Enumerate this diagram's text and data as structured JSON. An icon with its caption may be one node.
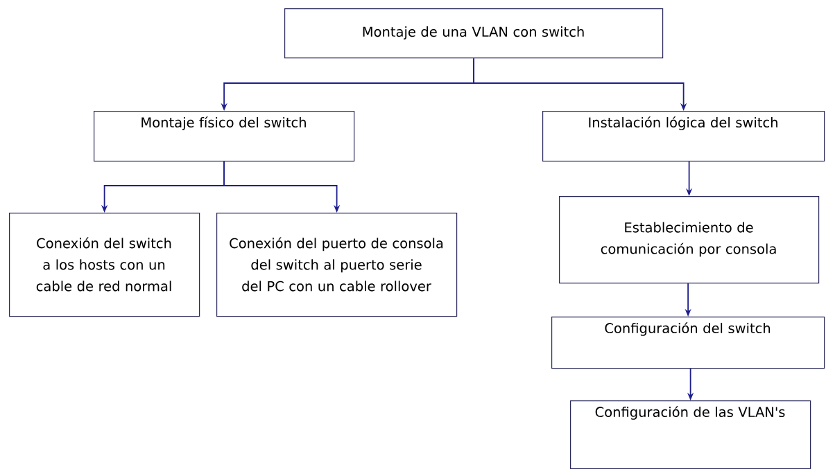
{
  "diagram": {
    "nodes": [
      {
        "text": [
          "Montaje de una VLAN con switch"
        ]
      },
      {
        "text": [
          "Montaje físico del switch"
        ]
      },
      {
        "text": [
          "Instalación lógica del switch"
        ]
      },
      {
        "text": [
          "Conexión del switch a los hosts con un cable de red normal"
        ]
      },
      {
        "text": [
          "Conexión del puerto de consola del switch al puerto serie del PC con un cable rollover"
        ]
      },
      {
        "text": [
          "Establecimiento de comunicación por consola"
        ]
      },
      {
        "text": [
          "Configuración del switch"
        ]
      },
      {
        "text": [
          "Configuración de las VLAN's"
        ]
      }
    ],
    "edges": [
      {
        "from": 0,
        "to": 1,
        "arrow": "to"
      },
      {
        "from": 0,
        "to": 2,
        "arrow": "to"
      },
      {
        "from": 1,
        "to": 3,
        "arrow": "to"
      },
      {
        "from": 1,
        "to": 4,
        "arrow": "to"
      },
      {
        "from": 2,
        "to": 5,
        "arrow": "to"
      },
      {
        "from": 5,
        "to": 6,
        "arrow": "to"
      },
      {
        "from": 6,
        "to": 7,
        "arrow": "to"
      }
    ]
  }
}
